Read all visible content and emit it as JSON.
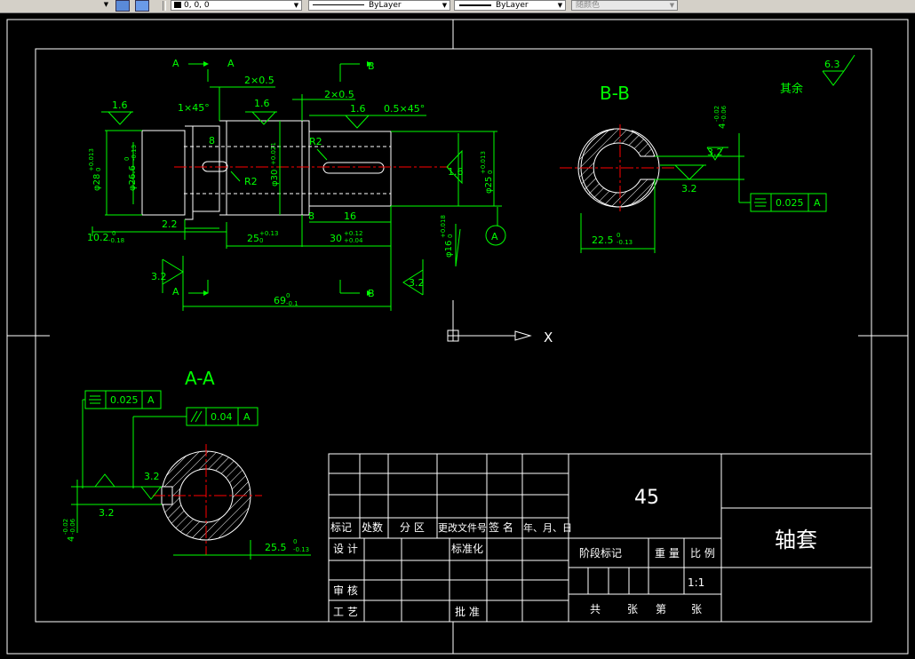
{
  "toolbar": {
    "color_value": "0, 0, 0",
    "linetype_value": "ByLayer",
    "lineweight_value": "ByLayer",
    "plotstyle_value": "随颜色"
  },
  "colors": {
    "border": "#ffffff",
    "geometry": "#ffffff",
    "dims": "#00ff00",
    "center": "#ff0000",
    "hatch": "#ffffff",
    "symbol": "#00ff00"
  },
  "drawing": {
    "sections": {
      "bb": "B-B",
      "aa": "A-A"
    },
    "markers": {
      "a": "A",
      "b": "B",
      "datum": "A",
      "x_axis": "X"
    },
    "roughness": {
      "r16": "1.6",
      "r32": "3.2",
      "r63": "6.3",
      "rest": "其余"
    },
    "dims": {
      "chamfer1": "1×45°",
      "chamfer2": "2×0.5",
      "chamfer3": "0.5×45°",
      "len8a": "8",
      "len8b": "8",
      "len16": "16",
      "r2a": "R2",
      "r2b": "R2",
      "d28": "φ28",
      "d28_tol_u": "+0.013",
      "d28_tol_l": "0",
      "d266": "φ26.6",
      "d266_tol_u": "0",
      "d266_tol_l": "-0.13",
      "d30": "φ30",
      "d30_tol": "+0.021",
      "d25": "φ25",
      "d25_tol_u": "+0.013",
      "d25_tol_l": "0",
      "d16": "φ16",
      "d16_tol_u": "+0.018",
      "d16_tol_l": "0",
      "l22": "2.2",
      "l102": "10.2",
      "l102_tol_u": "0",
      "l102_tol_l": "-0.18",
      "l25": "25",
      "l25_tol_u": "+0.13",
      "l25_tol_l": "0",
      "l30": "30",
      "l30_tol_u": "+0.12",
      "l30_tol_l": "+0.04",
      "l69": "69",
      "l69_tol_u": "0",
      "l69_tol_l": "-0.1",
      "bb225": "22.5",
      "bb225_tol_u": "0",
      "bb225_tol_l": "-0.13",
      "bb4": "4",
      "bb4_tol_u": "-0.02",
      "bb4_tol_l": "-0.06",
      "aa255": "25.5",
      "aa255_tol_u": "0",
      "aa255_tol_l": "-0.13",
      "aa4": "4",
      "aa4_tol_u": "-0.02",
      "aa4_tol_l": "-0.06"
    },
    "tolerances": {
      "bb_sym_value": "0.025",
      "bb_sym_datum": "A",
      "aa_sym_value": "0.025",
      "aa_sym_datum": "A",
      "aa_par_value": "0.04",
      "aa_par_datum": "A"
    }
  },
  "title_block": {
    "material": "45",
    "part_name": "轴套",
    "headers": [
      "标记",
      "处数",
      "分 区",
      "更改文件号",
      "签 名",
      "年、月、日"
    ],
    "design": "设 计",
    "standardization": "标准化",
    "stage_mark": "阶段标记",
    "weight": "重 量",
    "scale_label": "比 例",
    "scale_value": "1:1",
    "review": "审 核",
    "process": "工 艺",
    "approve": "批 准",
    "total": "共",
    "sheets": "张",
    "sheet_no": "第",
    "sheet_suffix": "张"
  }
}
